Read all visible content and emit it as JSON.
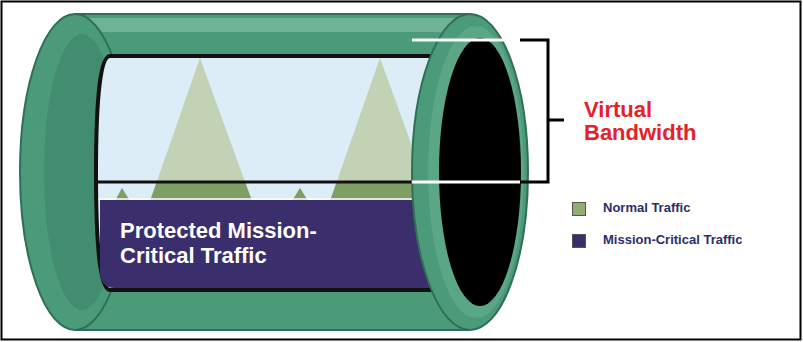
{
  "diagram": {
    "nodes": [
      {
        "text": [
          "Protected Mission-Critical Traffic"
        ]
      }
    ],
    "labels": [
      "Virtual Bandwidth"
    ],
    "legend": [
      {
        "text": "Normal Traffic",
        "color": "#8fae73"
      },
      {
        "text": "Mission-Critical Traffic",
        "color": "#3a2e6c"
      }
    ]
  }
}
